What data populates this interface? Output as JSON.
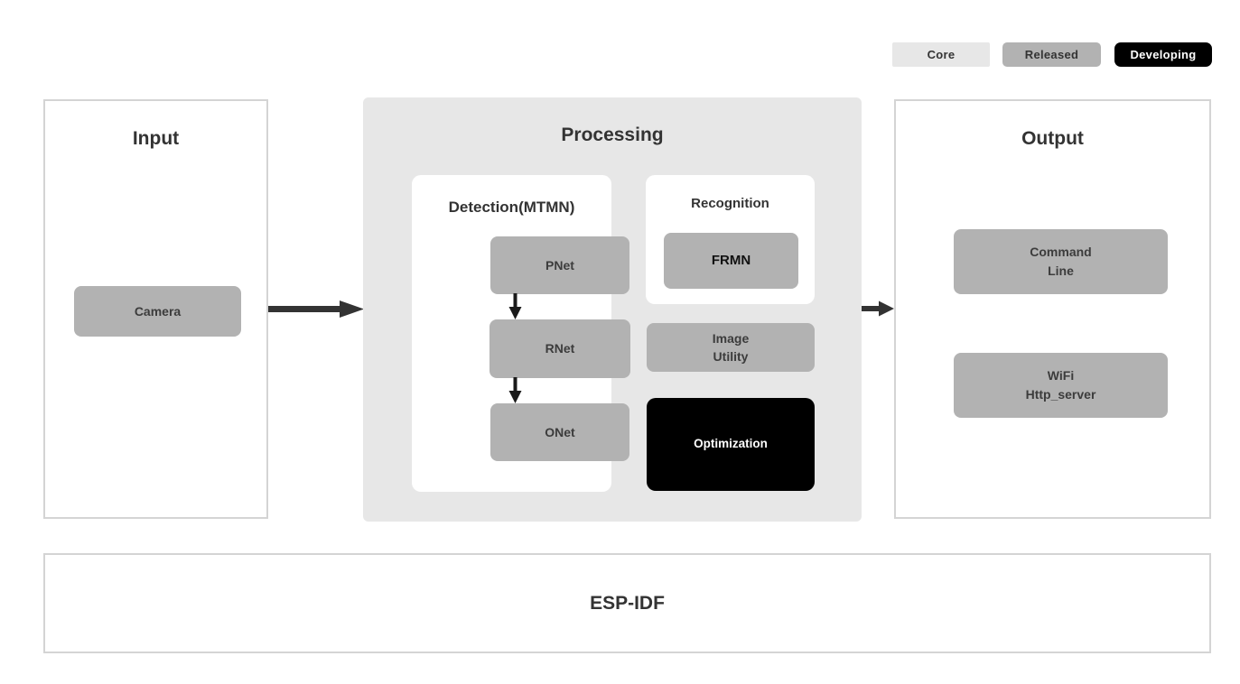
{
  "legend": {
    "items": [
      {
        "label": "Core",
        "bg": "#e7e7e7",
        "fg": "#333333"
      },
      {
        "label": "Released",
        "bg": "#b2b2b2",
        "fg": "#333333"
      },
      {
        "label": "Developing",
        "bg": "#000000",
        "fg": "#ffffff"
      }
    ]
  },
  "input_panel": {
    "title": "Input",
    "camera_label": "Camera"
  },
  "processing_panel": {
    "title": "Processing",
    "detection": {
      "title": "Detection(MTMN)",
      "nodes": [
        "PNet",
        "RNet",
        "ONet"
      ]
    },
    "recognition": {
      "title": "Recognition",
      "node": "FRMN"
    },
    "image_utility": {
      "line1": "Image",
      "line2": "Utility"
    },
    "optimization_label": "Optimization"
  },
  "output_panel": {
    "title": "Output",
    "command_line": {
      "line1": "Command",
      "line2": "Line"
    },
    "wifi": {
      "line1": "WiFi",
      "line2": "Http_server"
    }
  },
  "base_panel": {
    "title": "ESP-IDF"
  },
  "colors": {
    "core_bg": "#e7e7e7",
    "released_bg": "#b2b2b2",
    "developing_bg": "#000000",
    "panel_border": "#d4d4d4",
    "processing_bg": "#e7e7e7",
    "text_dark": "#3c3c3c",
    "arrow": "#333333"
  }
}
